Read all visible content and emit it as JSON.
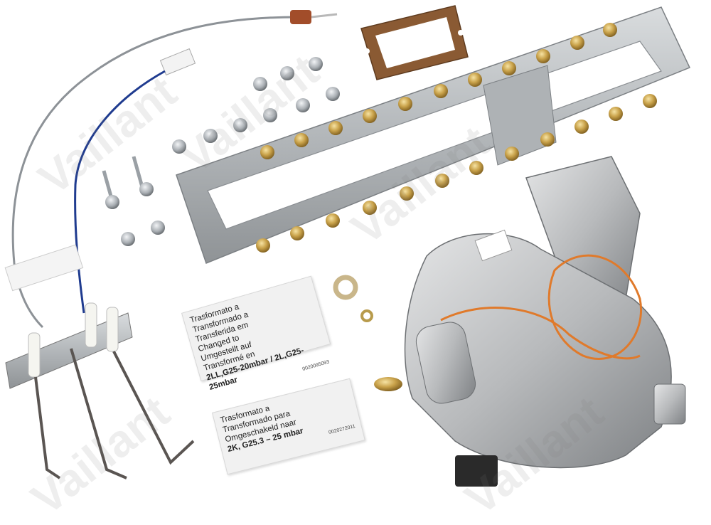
{
  "watermark": {
    "brand": "Vaillant"
  },
  "conversion_label_1": {
    "lines": [
      "Trasformato a",
      "Transformado a",
      "Transferida em",
      "Changed to",
      "Umgestellt auf",
      "Transformé en"
    ],
    "footer": "2LL,G25-20mbar / 2L,G25-25mbar",
    "code": "0020095093"
  },
  "conversion_label_2": {
    "lines": [
      "Trasformato a",
      "Transformado para",
      "Omgeschakeld naar"
    ],
    "footer": "2K, G25.3 – 25 mbar",
    "code": "0020272011"
  },
  "colors": {
    "brass": "#c9a24a",
    "aluminium": "#b9bcbf",
    "gasket": "#8a5a33",
    "wire_orange": "#e07a2b",
    "wire_blue": "#1f3b8f"
  }
}
